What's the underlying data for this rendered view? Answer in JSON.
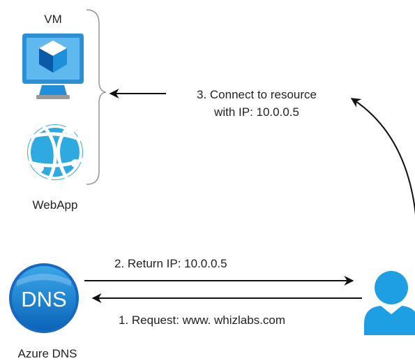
{
  "nodes": {
    "vm": {
      "label": "VM",
      "icon": "vm-monitor-cube-icon"
    },
    "webapp": {
      "label": "WebApp",
      "icon": "webapp-globe-icon"
    },
    "dns": {
      "label": "Azure DNS",
      "icon": "azure-dns-icon",
      "badge": "DNS"
    },
    "user": {
      "icon": "user-icon"
    }
  },
  "edges": {
    "connect": {
      "line1": "3. Connect to resource",
      "line2": "with IP: 10.0.0.5"
    },
    "return_ip": {
      "label": "2. Return IP: 10.0.0.5"
    },
    "request": {
      "label": "1. Request: www. whizlabs.com"
    }
  },
  "colors": {
    "azure_blue": "#1f8fd9",
    "light_blue": "#2faae1",
    "dark_blue": "#0b64b8",
    "arrow": "#111111",
    "brace": "#9a9a9a"
  }
}
